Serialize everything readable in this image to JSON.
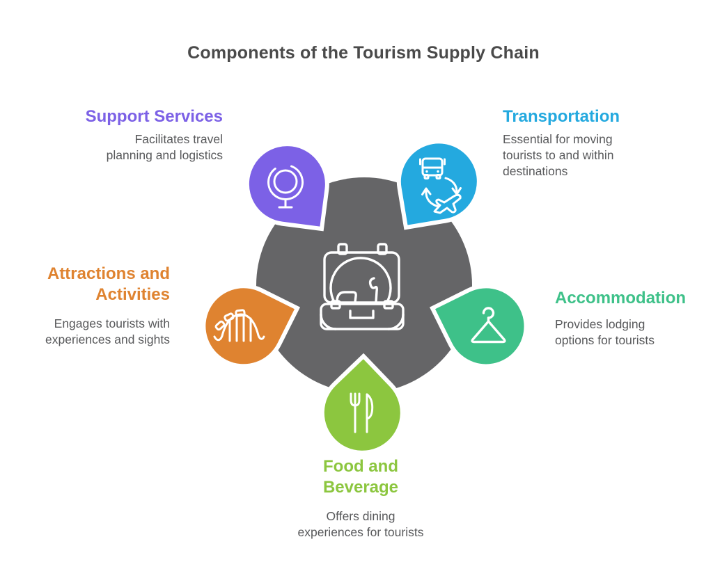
{
  "title": "Components of the Tourism Supply Chain",
  "center": {
    "icon": "suitcase-globe-icon",
    "color": "#656567"
  },
  "segments": [
    {
      "id": "support-services",
      "label": "Support Services",
      "description": "Facilitates travel\nplanning and logistics",
      "color": "#7C61E6",
      "icon": "globe-icon"
    },
    {
      "id": "transportation",
      "label": "Transportation",
      "description": "Essential for moving\ntourists to and within\ndestinations",
      "color": "#24A9DF",
      "icon": "bus-plane-icon"
    },
    {
      "id": "accommodation",
      "label": "Accommodation",
      "description": "Provides lodging\noptions for tourists",
      "color": "#3EC189",
      "icon": "hanger-icon"
    },
    {
      "id": "food-and-beverage",
      "label": "Food and\nBeverage",
      "description": "Offers dining\nexperiences for tourists",
      "color": "#8CC63F",
      "icon": "fork-knife-icon"
    },
    {
      "id": "attractions-and-activities",
      "label": "Attractions and\nActivities",
      "description": "Engages tourists with\nexperiences and sights",
      "color": "#DF8330",
      "icon": "roller-coaster-icon"
    }
  ]
}
